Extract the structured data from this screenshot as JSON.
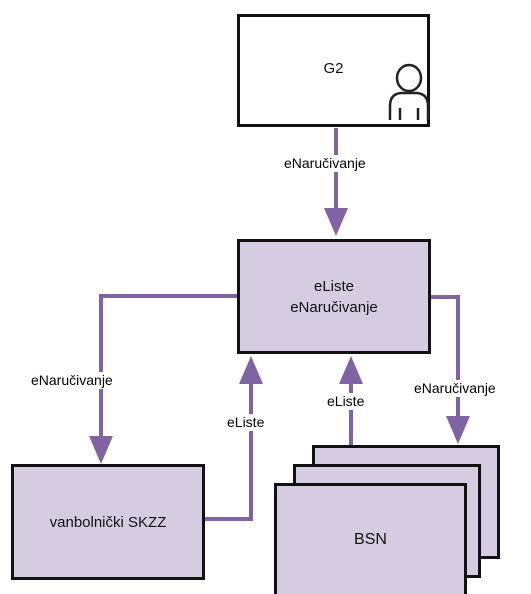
{
  "colors": {
    "box_fill": "#d6cce2",
    "box_border": "#111111",
    "arrow": "#8064a2"
  },
  "nodes": {
    "g2": {
      "label": "G2",
      "icon": "user-icon"
    },
    "center": {
      "line1": "eListe",
      "line2": "eNaručivanje"
    },
    "skzz": {
      "label": "vanbolnički SKZZ"
    },
    "bsn": {
      "label": "BSN"
    }
  },
  "edges": {
    "g2_to_center": "eNaručivanje",
    "center_to_skzz": "eNaručivanje",
    "skzz_to_center": "eListe",
    "bsn_to_center": "eListe",
    "center_to_bsn": "eNaručivanje"
  }
}
